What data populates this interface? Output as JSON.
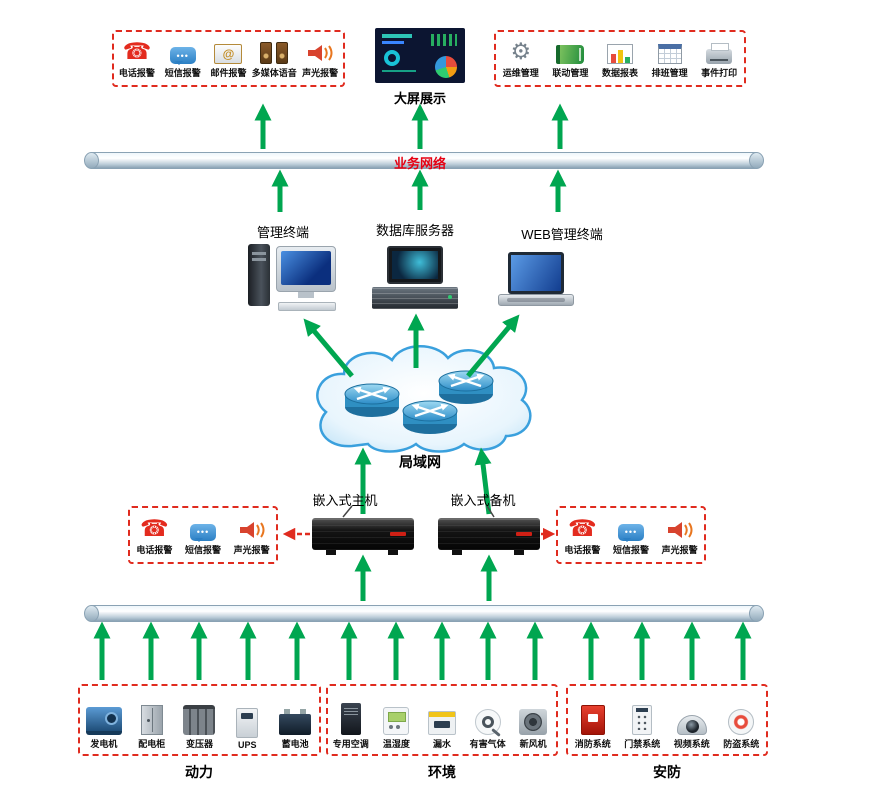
{
  "colors": {
    "arrow_green": "#00a650",
    "dashed_box_red": "#e02b1f",
    "bus_label_red": "#e60012",
    "cloud_blue": "#3aa0dd"
  },
  "top": {
    "alarm_outputs": {
      "items": [
        "电话报警",
        "短信报警",
        "邮件报警",
        "多媒体语音",
        "声光报警"
      ]
    },
    "dashboard_label": "大屏展示",
    "management_functions": {
      "items": [
        "运维管理",
        "联动管理",
        "数据报表",
        "排班管理",
        "事件打印"
      ]
    }
  },
  "bus": {
    "business_network": "业务网络"
  },
  "terminals": {
    "management": "管理终端",
    "database": "数据库服务器",
    "web": "WEB管理终端"
  },
  "lan": {
    "label": "局域网"
  },
  "embedded": {
    "host": "嵌入式主机",
    "backup": "嵌入式备机"
  },
  "host_alarms": {
    "items": [
      "电话报警",
      "短信报警",
      "声光报警"
    ]
  },
  "backup_alarms": {
    "items": [
      "电话报警",
      "短信报警",
      "声光报警"
    ]
  },
  "monitored_groups": [
    {
      "title": "动力",
      "items": [
        "发电机",
        "配电柜",
        "变压器",
        "UPS",
        "蓄电池"
      ]
    },
    {
      "title": "环境",
      "items": [
        "专用空调",
        "温湿度",
        "漏水",
        "有害气体",
        "新风机"
      ]
    },
    {
      "title": "安防",
      "items": [
        "消防系统",
        "门禁系统",
        "视频系统",
        "防盗系统"
      ]
    }
  ]
}
